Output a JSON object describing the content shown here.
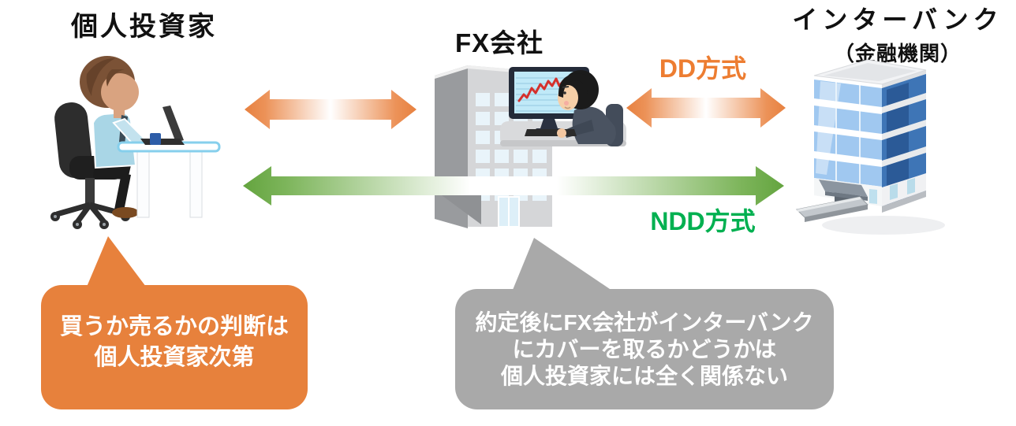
{
  "canvas": {
    "background": "#ffffff"
  },
  "nodes": {
    "investor": {
      "label": "個人投資家"
    },
    "fx_company": {
      "label": "FX会社"
    },
    "interbank": {
      "label": "インターバンク",
      "sublabel": "（金融機関）"
    }
  },
  "arrows": {
    "dd": {
      "label": "DD方式",
      "label_color": "#ED7D31",
      "arrow_color": "#E8844B",
      "direction": "two-way"
    },
    "ndd": {
      "label": "NDD方式",
      "label_color": "#00B050",
      "arrow_color": "#69A945",
      "direction": "two-way"
    }
  },
  "bubbles": {
    "investor": {
      "background": "#E7813C",
      "text_color": "#ffffff",
      "lines": [
        "買うか売るかの判断は",
        "個人投資家次第"
      ]
    },
    "fx": {
      "background": "#A9A9A9",
      "text_color": "#ffffff",
      "lines": [
        "約定後にFX会社がインターバンク",
        "にカバーを取るかどうかは",
        "個人投資家には全く関係ない"
      ]
    }
  }
}
